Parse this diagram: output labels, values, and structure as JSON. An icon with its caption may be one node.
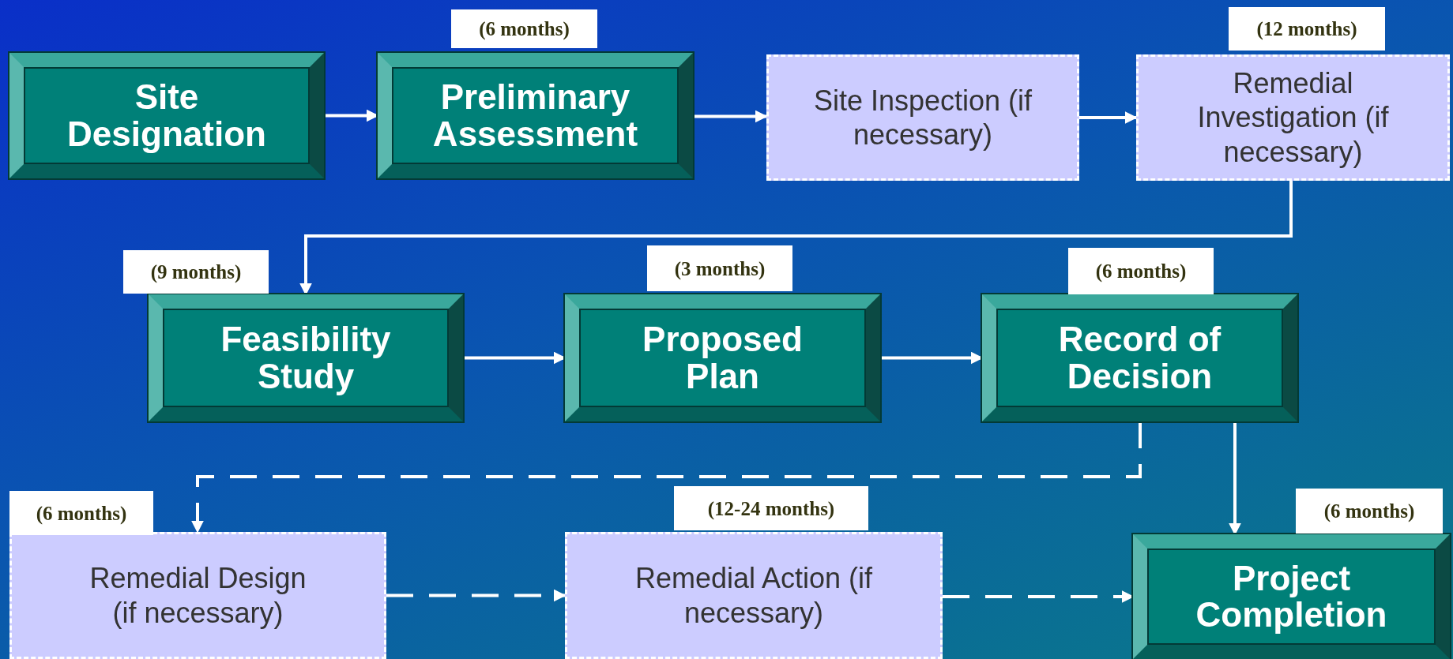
{
  "diagram": {
    "nodes": [
      {
        "text": [
          "Site Designation"
        ]
      },
      {
        "text": [
          "Preliminary Assessment"
        ],
        "beside": [
          "(6 months)"
        ]
      },
      {
        "text": [
          "Site Inspection (if necessary)"
        ]
      },
      {
        "text": [
          "Remedial Investigation (if necessary)"
        ],
        "beside": [
          "(12 months)"
        ]
      },
      {
        "text": [
          "Feasibility Study"
        ],
        "beside": [
          "(9 months)"
        ]
      },
      {
        "text": [
          "Proposed Plan"
        ],
        "beside": [
          "(3 months)"
        ]
      },
      {
        "text": [
          "Record of Decision"
        ],
        "beside": [
          "(6 months)"
        ]
      },
      {
        "text": [
          "Remedial Design (if necessary)"
        ],
        "beside": [
          "(6 months)"
        ]
      },
      {
        "text": [
          "Remedial Action (if necessary)"
        ],
        "beside": [
          "(12-24 months)"
        ]
      },
      {
        "text": [
          "Project Completion"
        ],
        "beside": [
          "(6 months)"
        ]
      }
    ],
    "edges": [
      {
        "from": 0,
        "to": 1,
        "arrow": "to"
      },
      {
        "from": 1,
        "to": 2,
        "arrow": "to"
      },
      {
        "from": 2,
        "to": 3,
        "arrow": "to"
      },
      {
        "from": 3,
        "to": 4,
        "arrow": "to"
      },
      {
        "from": 4,
        "to": 5,
        "arrow": "to"
      },
      {
        "from": 5,
        "to": 6,
        "arrow": "to"
      },
      {
        "from": 6,
        "to": 7,
        "arrow": "to",
        "style": "dashed"
      },
      {
        "from": 6,
        "to": 9,
        "arrow": "to"
      },
      {
        "from": 7,
        "to": 8,
        "arrow": "to",
        "style": "dashed"
      },
      {
        "from": 8,
        "to": 9,
        "arrow": "to",
        "style": "dashed"
      }
    ]
  }
}
